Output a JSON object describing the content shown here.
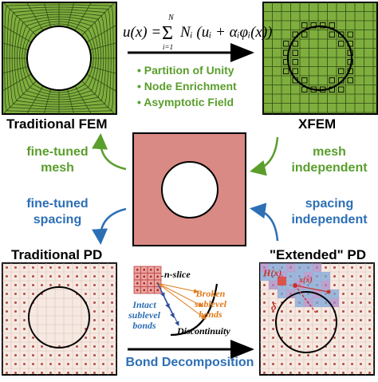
{
  "panels": {
    "fem": {
      "title": "Traditional FEM"
    },
    "xfem": {
      "title": "XFEM"
    },
    "pd": {
      "title": "Traditional PD"
    },
    "epd": {
      "title": "\"Extended\" PD"
    }
  },
  "formula": {
    "lhs": "u(x) =",
    "sum_top": "N",
    "sum_bottom": "i=1",
    "body": "Nᵢ (uᵢ + αᵢφᵢ(x))"
  },
  "bullets": [
    "Partition of Unity",
    "Node Enrichment",
    "Asymptotic Field"
  ],
  "arrows": {
    "fem_line1": "fine-tuned",
    "fem_line2": "mesh",
    "xfem_line1": "mesh",
    "xfem_line2": "independent",
    "pd_line1": "fine-tuned",
    "pd_line2": "spacing",
    "epd_line1": "spacing",
    "epd_line2": "independent"
  },
  "inset": {
    "n_slice": "n-slice",
    "broken_l1": "Broken",
    "broken_l2": "sublevel",
    "broken_l3": "bonds",
    "intact_l1": "Intact",
    "intact_l2": "sublevel",
    "intact_l3": "bonds",
    "discontinuity": "Discontinuity"
  },
  "epd_symbols": {
    "h": "H(x)",
    "x": "x(x)",
    "delta": "δ"
  },
  "bottom_caption": "Bond Decomposition",
  "colors": {
    "mesh_green": "#7fae3e",
    "center_pink": "#d98a84",
    "grid_bg": "#f6e9e1",
    "dot": "#b24a44",
    "green_text": "#5a9e2c",
    "blue_text": "#2c6fb5",
    "orange_text": "#e07a1a",
    "enriched_blue": "#7fa6d8",
    "enriched_purple": "#a88ac8"
  }
}
